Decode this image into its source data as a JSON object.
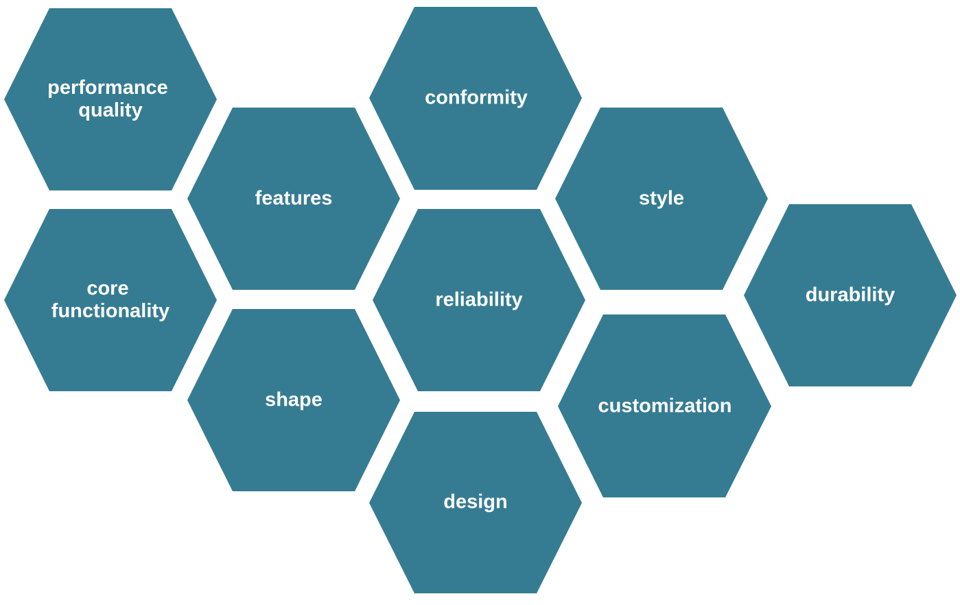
{
  "colors": {
    "hex_fill": "#357C92",
    "label": "#FFFFFF",
    "background": "#FFFFFF"
  },
  "diagram": {
    "hexagons": [
      {
        "id": "performance-quality",
        "lines": [
          "performance",
          "quality"
        ]
      },
      {
        "id": "core-functionality",
        "lines": [
          "core",
          "functionality"
        ]
      },
      {
        "id": "features",
        "lines": [
          "features"
        ]
      },
      {
        "id": "shape",
        "lines": [
          "shape"
        ]
      },
      {
        "id": "conformity",
        "lines": [
          "conformity"
        ]
      },
      {
        "id": "reliability",
        "lines": [
          "reliability"
        ]
      },
      {
        "id": "design",
        "lines": [
          "design"
        ]
      },
      {
        "id": "style",
        "lines": [
          "style"
        ]
      },
      {
        "id": "customization",
        "lines": [
          "customization"
        ]
      },
      {
        "id": "durability",
        "lines": [
          "durability"
        ]
      }
    ]
  }
}
